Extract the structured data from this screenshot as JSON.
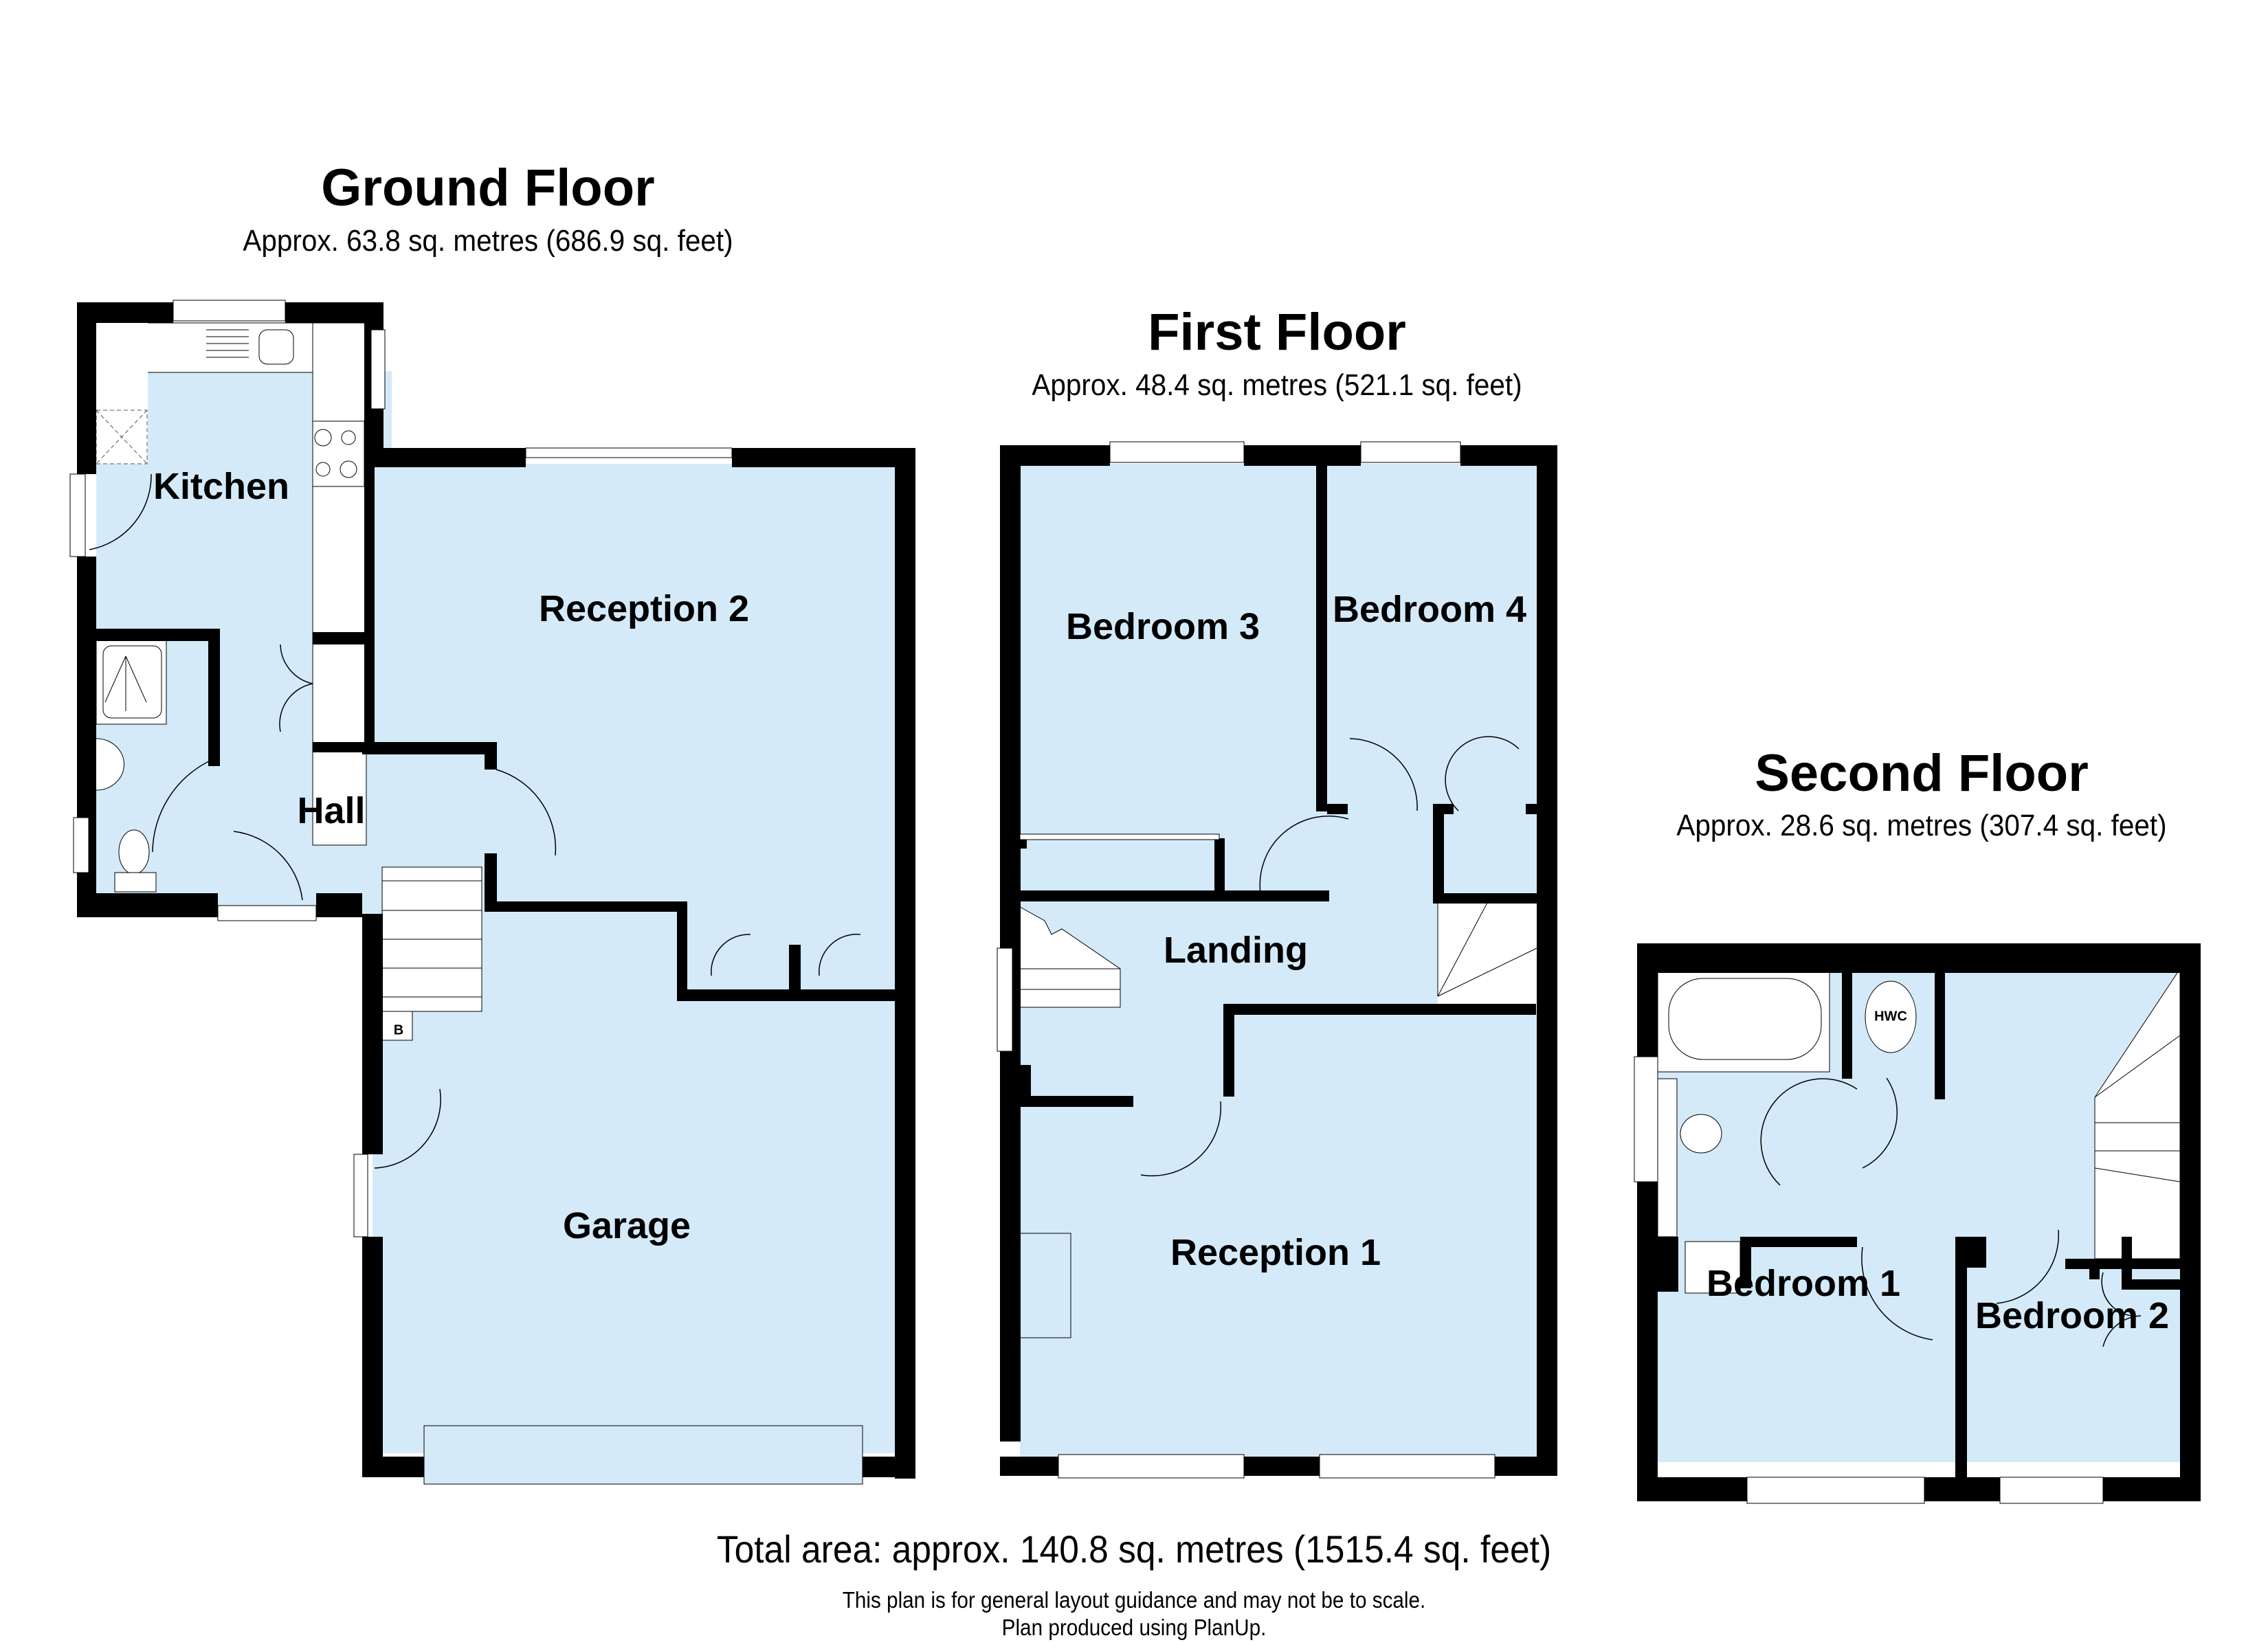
{
  "floors": {
    "ground": {
      "title": "Ground Floor",
      "area": "Approx. 63.8 sq. metres (686.9 sq. feet)",
      "rooms": [
        "Kitchen",
        "Reception 2",
        "Hall",
        "Garage"
      ],
      "fixtures": {
        "boiler": "B"
      }
    },
    "first": {
      "title": "First Floor",
      "area": "Approx. 48.4 sq. metres (521.1 sq. feet)",
      "rooms": [
        "Bedroom 3",
        "Bedroom 4",
        "Landing",
        "Reception 1"
      ]
    },
    "second": {
      "title": "Second Floor",
      "area": "Approx. 28.6 sq. metres (307.4 sq. feet)",
      "rooms": [
        "Bedroom 1",
        "Bedroom 2"
      ],
      "fixtures": {
        "hot_water_cylinder": "HWC"
      }
    }
  },
  "footer": {
    "total_area": "Total area: approx. 140.8 sq. metres (1515.4 sq. feet)",
    "disclaimer": "This plan is for general layout guidance and may not be to scale.",
    "credit": "Plan produced using PlanUp."
  },
  "colors": {
    "room_fill": "#d4eaf9",
    "wall": "#000000",
    "fixture": "#ffffff"
  }
}
